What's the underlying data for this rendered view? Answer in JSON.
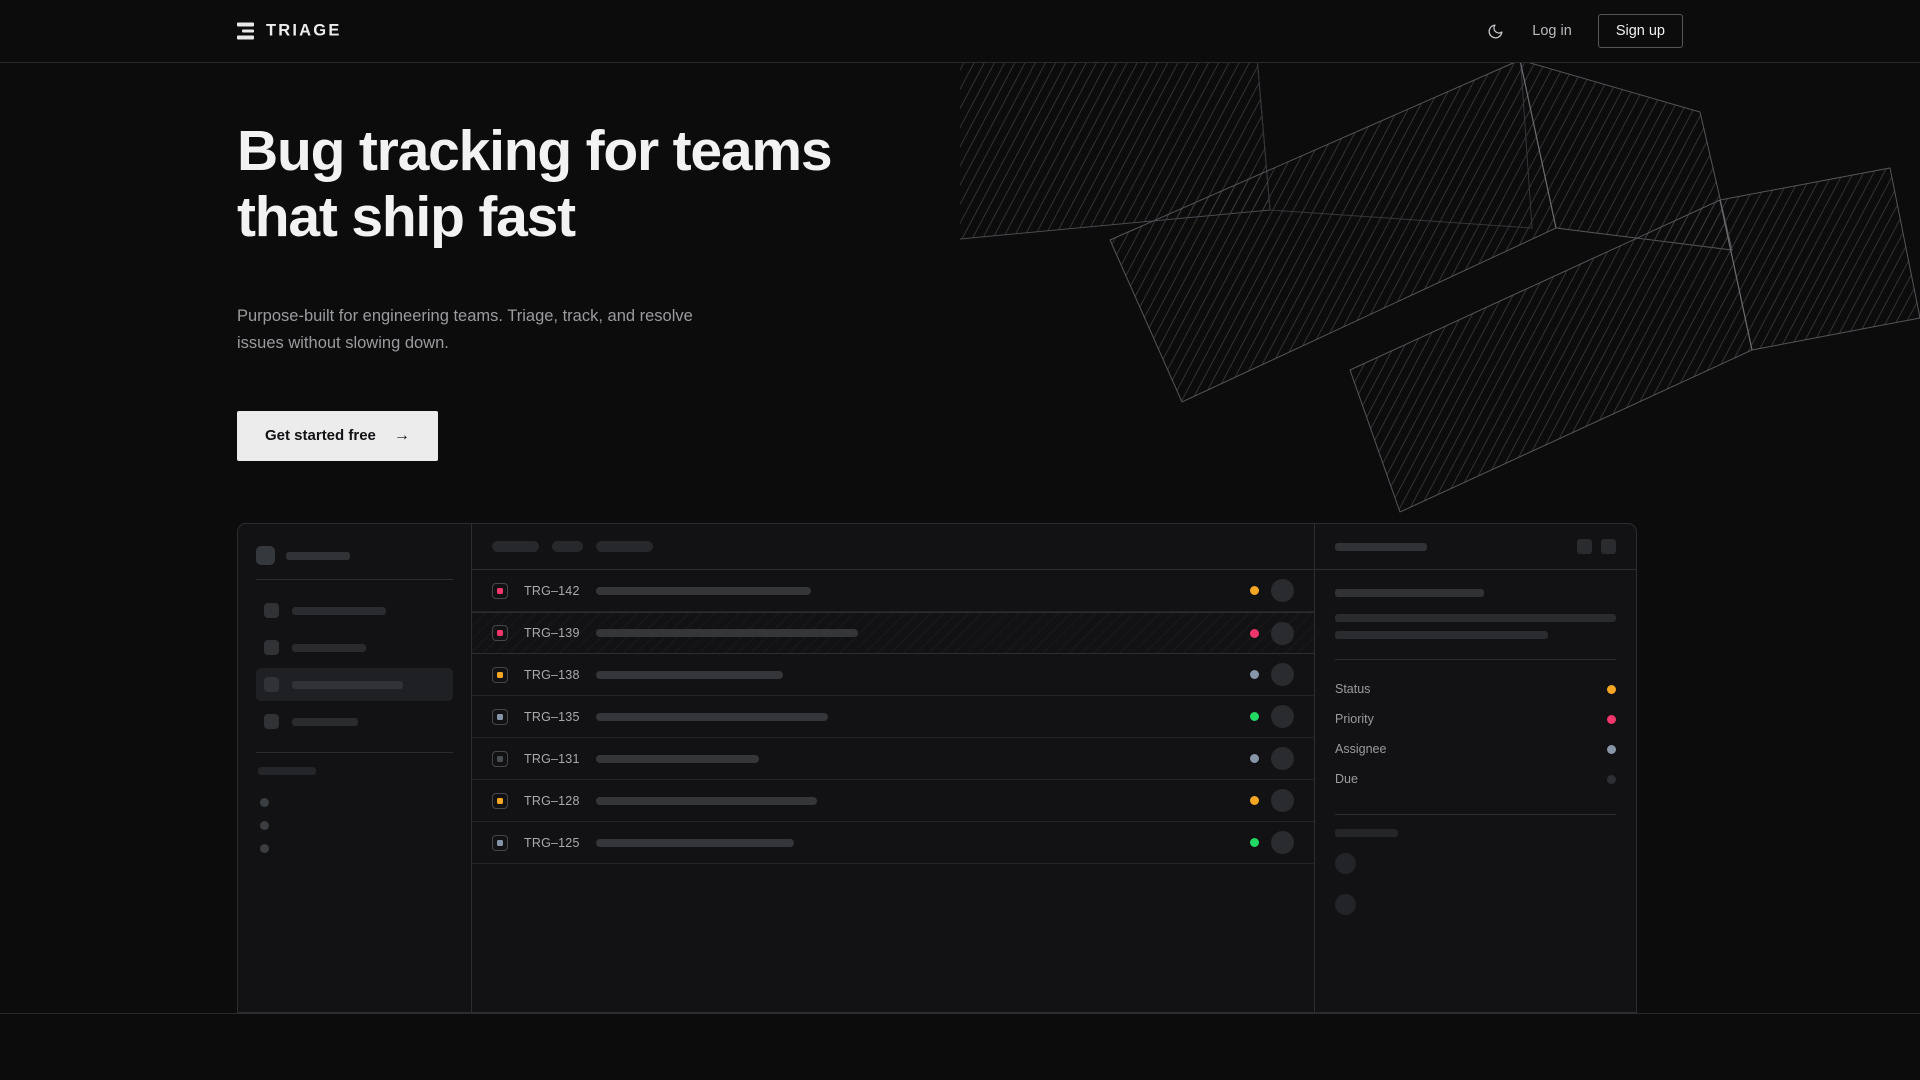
{
  "header": {
    "brand": "TRIAGE",
    "brand_icon": "triage-bars-icon",
    "theme_icon": "moon-icon",
    "login_label": "Log in",
    "signup_label": "Sign up"
  },
  "hero": {
    "headline_line1": "Bug tracking for teams",
    "headline_line2": "that ship fast",
    "subtext": "Purpose-built for engineering teams. Triage, track, and resolve issues without slowing down.",
    "cta_label": "Get started free",
    "cta_arrow": "→"
  },
  "colors": {
    "page_bg": "#0c0c0d",
    "panel_bg": "#121214",
    "border": "#2c2d30",
    "text_primary": "#f2f2f3",
    "text_muted": "#9a9b9f",
    "cta_bg": "#ececed",
    "status_orange": "#f5a623",
    "status_pink": "#f0366b",
    "status_blue": "#8795a8",
    "status_green": "#22d964",
    "status_gray": "#3a3d42"
  },
  "mockup": {
    "sidebar": {
      "workspace_placeholder_width": 64,
      "nav_items": [
        {
          "name": "nav-item-1",
          "width": 94,
          "active": false
        },
        {
          "name": "nav-item-2",
          "width": 74,
          "active": false
        },
        {
          "name": "nav-item-3",
          "width": 111,
          "active": true
        },
        {
          "name": "nav-item-4",
          "width": 66,
          "active": false
        }
      ],
      "section_label_width": 58,
      "dot_items": [
        {
          "name": "project-dot-1"
        },
        {
          "name": "project-dot-2"
        },
        {
          "name": "project-dot-3"
        }
      ]
    },
    "toolbar": {
      "pills": [
        47,
        31,
        57
      ]
    },
    "columns": [
      "priority",
      "id",
      "title",
      "status",
      "assignee"
    ],
    "rows": [
      {
        "id": "TRG–142",
        "priority_color": "#f0366b",
        "title_width": 215,
        "status_color": "#f5a623",
        "selected": false
      },
      {
        "id": "TRG–139",
        "priority_color": "#f0366b",
        "title_width": 262,
        "status_color": "#f0366b",
        "selected": true
      },
      {
        "id": "TRG–138",
        "priority_color": "#f5a623",
        "title_width": 187,
        "status_color": "#8795a8",
        "selected": false
      },
      {
        "id": "TRG–135",
        "priority_color": "#8795a8",
        "title_width": 232,
        "status_color": "#22d964",
        "selected": false
      },
      {
        "id": "TRG–131",
        "priority_color": "#4a4d52",
        "title_width": 163,
        "status_color": "#8795a8",
        "selected": false
      },
      {
        "id": "TRG–128",
        "priority_color": "#f5a623",
        "title_width": 221,
        "status_color": "#f5a623",
        "selected": false
      },
      {
        "id": "TRG–125",
        "priority_color": "#8795a8",
        "title_width": 198,
        "status_color": "#22d964",
        "selected": false
      }
    ],
    "detail": {
      "title_skeleton_width": 92,
      "action_buttons": [
        "detail-action-1",
        "detail-action-2"
      ],
      "body_skeletons": [
        149,
        281,
        213
      ],
      "meta": [
        {
          "label": "Status",
          "color": "#f5a623"
        },
        {
          "label": "Priority",
          "color": "#f0366b"
        },
        {
          "label": "Assignee",
          "color": "#8795a8"
        },
        {
          "label": "Due",
          "color": "#2e2f33"
        }
      ],
      "comments_label_width": 63,
      "comments": [
        "comment-1",
        "comment-2"
      ]
    }
  }
}
